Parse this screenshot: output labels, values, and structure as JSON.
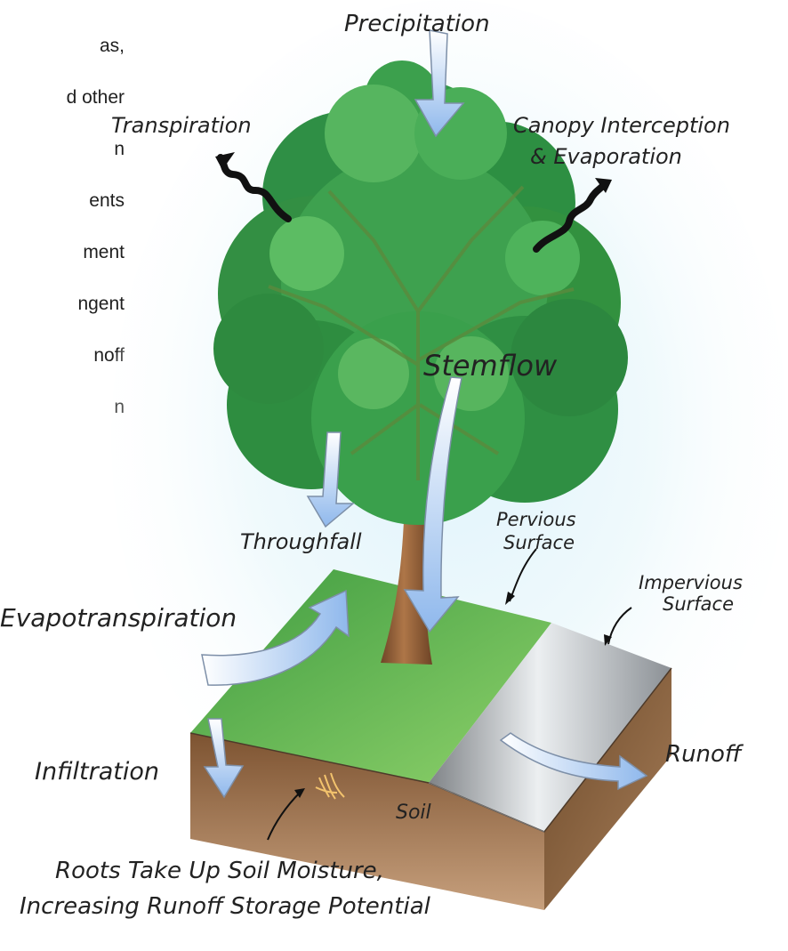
{
  "partial_text_lines": [
    "as,",
    "d other",
    "n",
    "ents",
    "ment",
    "ngent",
    "noff",
    "n"
  ],
  "labels": {
    "precipitation": "Precipitation",
    "transpiration": "Transpiration",
    "canopy_1": "Canopy Interception",
    "canopy_2": "& Evaporation",
    "stemflow": "Stemflow",
    "throughfall": "Throughfall",
    "pervious_1": "Pervious",
    "pervious_2": "Surface",
    "impervious_1": "Impervious",
    "impervious_2": "Surface",
    "evapotranspiration": "Evapotranspiration",
    "infiltration": "Infiltration",
    "runoff": "Runoff",
    "soil": "Soil",
    "roots_1": "Roots Take Up Soil Moisture,",
    "roots_2": "Increasing Runoff Storage Potential"
  },
  "colors": {
    "foliage_dark": "#1f7a3a",
    "foliage_mid": "#2f9a49",
    "foliage_light": "#58b15d",
    "grass": "#4aa347",
    "soil": "#8b6540",
    "pavement": "#9da3a8",
    "arrow_fill": "#a9c7ef",
    "trunk": "#8b5a34"
  }
}
